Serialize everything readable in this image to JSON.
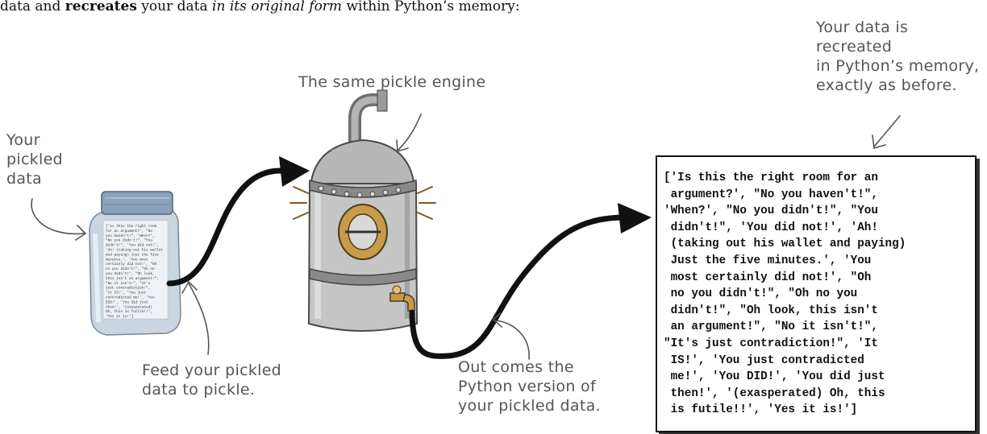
{
  "intro": {
    "prefix": "data and ",
    "bold": "recreates",
    "middle": " your data ",
    "italic": "in its original form",
    "suffix": " within Python’s memory:"
  },
  "notes": {
    "recreated": [
      "Your data is recreated",
      "in Python’s memory,",
      "exactly as before."
    ],
    "engine": "The same pickle engine",
    "your_pickled": [
      "Your",
      "pickled",
      "data"
    ],
    "feed": [
      "Feed your pickled",
      "data to pickle."
    ],
    "out_comes": [
      "Out comes the",
      "Python version of",
      "your pickled data."
    ]
  },
  "result_lines": [
    "['Is this the right room for an",
    " argument?', \"No you haven't!\",",
    "'When?', \"No you didn't!\", \"You",
    " didn't!\", 'You did not!', 'Ah!",
    " (taking out his wallet and paying)",
    " Just the five minutes.', 'You",
    " most certainly did not!', \"Oh",
    " no you didn't!\", \"Oh no you",
    " didn't!\", \"Oh look, this isn't",
    " an argument!\", \"No it isn't!\",",
    "\"It's just contradiction!\", 'It",
    " IS!', 'You just contradicted",
    " me!', 'You DID!', 'You did just",
    " then!', '(exasperated) Oh, this",
    " is futile!!', 'Yes it is!']"
  ],
  "jar_label_lines": [
    "['Is this the right room",
    "for an argument?', \"No",
    "you haven't!\", 'When?',",
    "\"No you didn't!\", \"You",
    "didn't!\", 'You did not!',",
    "'Ah! (taking out his wallet",
    "and paying) Just the five",
    "minutes.', 'You most",
    "certainly did not!', \"Oh",
    "no you didn't!\", \"Oh no",
    "you didn't!\", \"Oh look,",
    "this isn't an argument!\",",
    "\"No it isn't!\", \"It's",
    "just contradiction!\",",
    "'It IS!', 'You just",
    "contradicted me!', 'You",
    "DID!', 'You did just",
    "then!', '(exasperated)",
    "Oh, this is futile!!',",
    "'Yes it is!']"
  ]
}
